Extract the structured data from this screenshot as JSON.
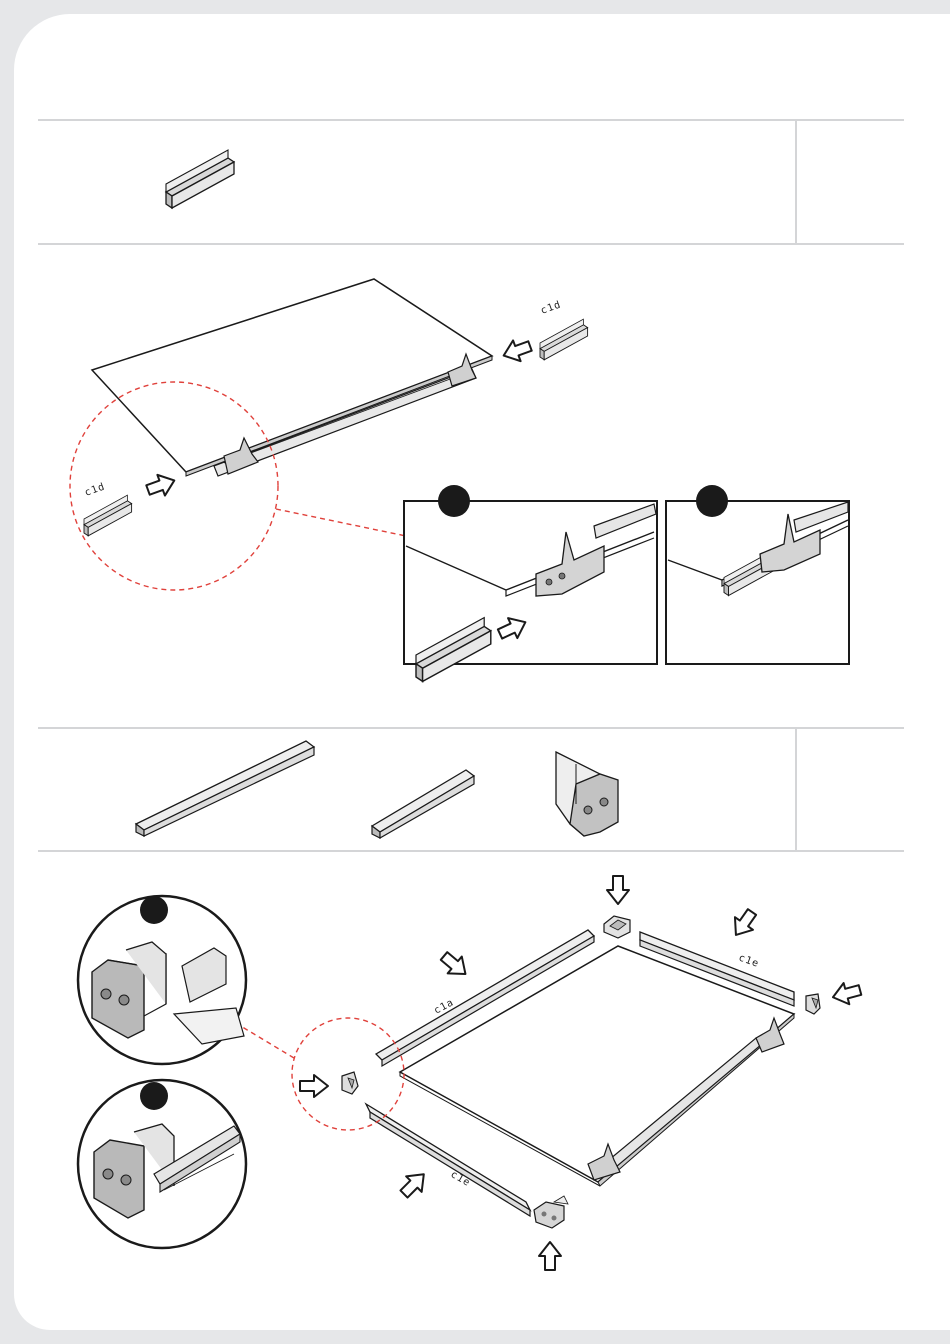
{
  "labels": {
    "c1d_upper": "c1d",
    "c1d_lower": "c1d",
    "c1a": "c1a",
    "c1e_right": "c1e",
    "c1e_lower": "c1e"
  },
  "colors": {
    "background": "#e6e7e9",
    "page": "#ffffff",
    "divider": "#d4d5d7",
    "line": "#1a1a1a",
    "part_gray": "#b9b9b9",
    "detail_dashed": "#e0413b"
  },
  "icons": [
    "arrow-icon",
    "step-marker-icon",
    "magnifier-circle-icon"
  ]
}
